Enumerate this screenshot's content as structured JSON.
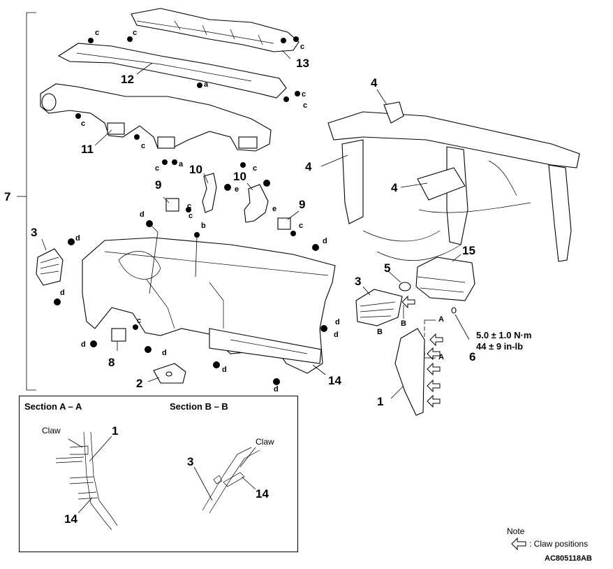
{
  "callouts": {
    "p1": "1",
    "p1b": "1",
    "p2": "2",
    "p3": "3",
    "p3b": "3",
    "p3c": "3",
    "p4a": "4",
    "p4b": "4",
    "p4c": "4",
    "p5": "5",
    "p6": "6",
    "p7": "7",
    "p8": "8",
    "p9a": "9",
    "p9b": "9",
    "p10a": "10",
    "p10b": "10",
    "p11": "11",
    "p12": "12",
    "p13": "13",
    "p14": "14",
    "p14b": "14",
    "p14c": "14",
    "p15": "15"
  },
  "fasteners": {
    "a": "a",
    "b": "b",
    "c": "c",
    "d": "d",
    "e": "e"
  },
  "section_markers": {
    "A": "A",
    "B": "B"
  },
  "torque": {
    "nm": "5.0 ± 1.0 N·m",
    "inlb": "44 ± 9 in-lb"
  },
  "sections": {
    "aa_title": "Section A – A",
    "bb_title": "Section B – B",
    "claw": "Claw"
  },
  "note": {
    "title": "Note",
    "legend": ": Claw positions"
  },
  "figure_code": "AC805118AB"
}
